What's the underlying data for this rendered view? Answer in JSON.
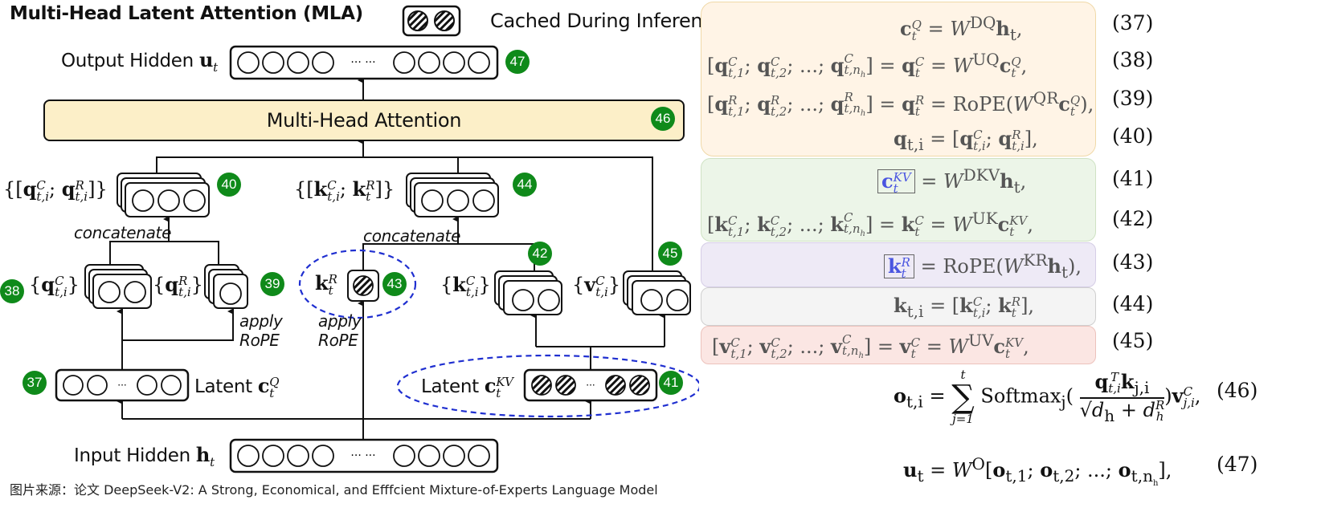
{
  "title": "Multi-Head Latent Attention (MLA)",
  "legend": {
    "icon": "hatched-circles-icon",
    "label": "Cached During Inference"
  },
  "diagram": {
    "output_hidden": {
      "label": "Output Hidden",
      "symbol": "u",
      "subscript": "t",
      "badge": "47"
    },
    "multi_head_attention": {
      "label": "Multi-Head Attention",
      "badge": "46"
    },
    "q_concat": {
      "label_prefix": "{[",
      "badge": "40",
      "sub_a": "t,i",
      "sup_a": "C",
      "sup_b": "R",
      "sub_b": "t,i"
    },
    "k_concat": {
      "badge": "44",
      "sup_a": "C",
      "sub_a": "t,i",
      "sup_b": "R",
      "sub_b": "t"
    },
    "concatenate_label": "concatenate",
    "qc": {
      "badge": "38",
      "sup": "C",
      "sub": "t,i"
    },
    "qr": {
      "badge": "39",
      "sup": "R",
      "sub": "t,i"
    },
    "kr": {
      "badge": "43",
      "sup": "R",
      "sub": "t"
    },
    "kc": {
      "badge": "42",
      "sup": "C",
      "sub": "t,i"
    },
    "vc": {
      "badge": "45",
      "sup": "C",
      "sub": "t,i"
    },
    "apply_rope": "apply",
    "rope": "RoPE",
    "latent_q": {
      "label": "Latent",
      "symbol": "c",
      "sup": "Q",
      "sub": "t",
      "badge": "37"
    },
    "latent_kv": {
      "label": "Latent",
      "symbol": "c",
      "sup": "KV",
      "sub": "t",
      "badge": "41"
    },
    "input_hidden": {
      "label": "Input Hidden",
      "symbol": "h",
      "subscript": "t"
    },
    "ellipsis": "…"
  },
  "equations": [
    {
      "num": "(37)",
      "group": "query"
    },
    {
      "num": "(38)",
      "group": "query"
    },
    {
      "num": "(39)",
      "group": "query"
    },
    {
      "num": "(40)",
      "group": "query"
    },
    {
      "num": "(41)",
      "group": "kv"
    },
    {
      "num": "(42)",
      "group": "kv"
    },
    {
      "num": "(43)",
      "group": "rope-key"
    },
    {
      "num": "(44)",
      "group": "key"
    },
    {
      "num": "(45)",
      "group": "value"
    },
    {
      "num": "(46)",
      "group": "attention"
    },
    {
      "num": "(47)",
      "group": "output"
    }
  ],
  "eq_text": {
    "softmax": "Softmax",
    "rope": "RoPE",
    "sum_top": "t",
    "sum_bottom": "j=1"
  },
  "colors": {
    "badge": "#0f8a1a",
    "mha_fill": "#fcefc8",
    "query_box": "#fff4e6",
    "kv_box": "#ecf5e8",
    "rope_key_box": "#eeeaf6",
    "key_box": "#f4f4f4",
    "value_box": "#fbe6e3",
    "cached_highlight": "#4a55e0",
    "dashed_ellipse": "#1f2fd0"
  },
  "source": "图片来源：论文 DeepSeek-V2: A Strong, Economical, and Efffcient Mixture-of-Experts Language Model"
}
